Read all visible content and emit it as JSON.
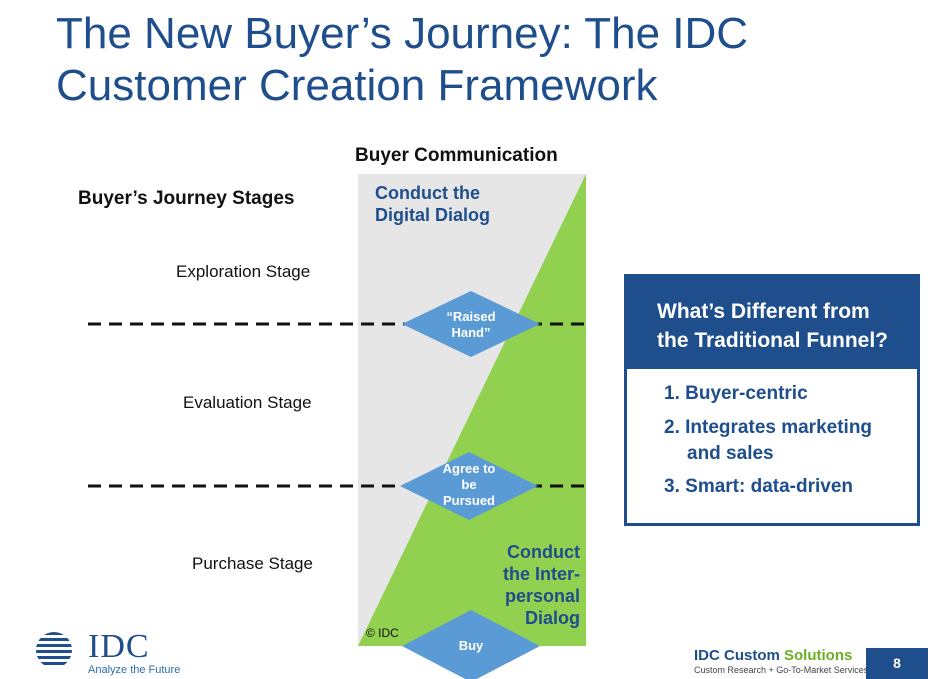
{
  "title": "The New Buyer’s Journey: The IDC Customer Creation Framework",
  "stages_heading": "Buyer’s Journey Stages",
  "stages": [
    "Exploration Stage",
    "Evaluation Stage",
    "Purchase Stage"
  ],
  "communication_heading": "Buyer Communication",
  "digital_dialog": [
    "Conduct the",
    "Digital Dialog"
  ],
  "interpersonal_dialog": [
    "Conduct",
    "the Inter-",
    "personal",
    "Dialog"
  ],
  "milestones": [
    {
      "lines": [
        "“Raised",
        "Hand”"
      ]
    },
    {
      "lines": [
        "Agree to",
        "be",
        "Pursued"
      ]
    },
    {
      "lines": [
        "Buy"
      ]
    }
  ],
  "copyright": "© IDC",
  "box": {
    "title": [
      "What’s Different from",
      "the Traditional Funnel?"
    ],
    "items": [
      {
        "num": "1.",
        "lines": [
          "Buyer-centric"
        ]
      },
      {
        "num": "2.",
        "lines": [
          "Integrates marketing",
          "and sales"
        ]
      },
      {
        "num": "3.",
        "lines": [
          "Smart: data-driven"
        ]
      }
    ]
  },
  "footer": {
    "idc_logo": "IDC",
    "idc_tagline": "Analyze the Future",
    "custom_solutions_a": "IDC Custom ",
    "custom_solutions_b": "Solutions",
    "custom_solutions_tagline": "Custom Research + Go-To-Market Services",
    "page_number": "8"
  },
  "colors": {
    "brand_blue": "#1f4e8c",
    "diamond_blue": "#5b9bd5",
    "green": "#92d050",
    "gray": "#e6e6e6"
  }
}
